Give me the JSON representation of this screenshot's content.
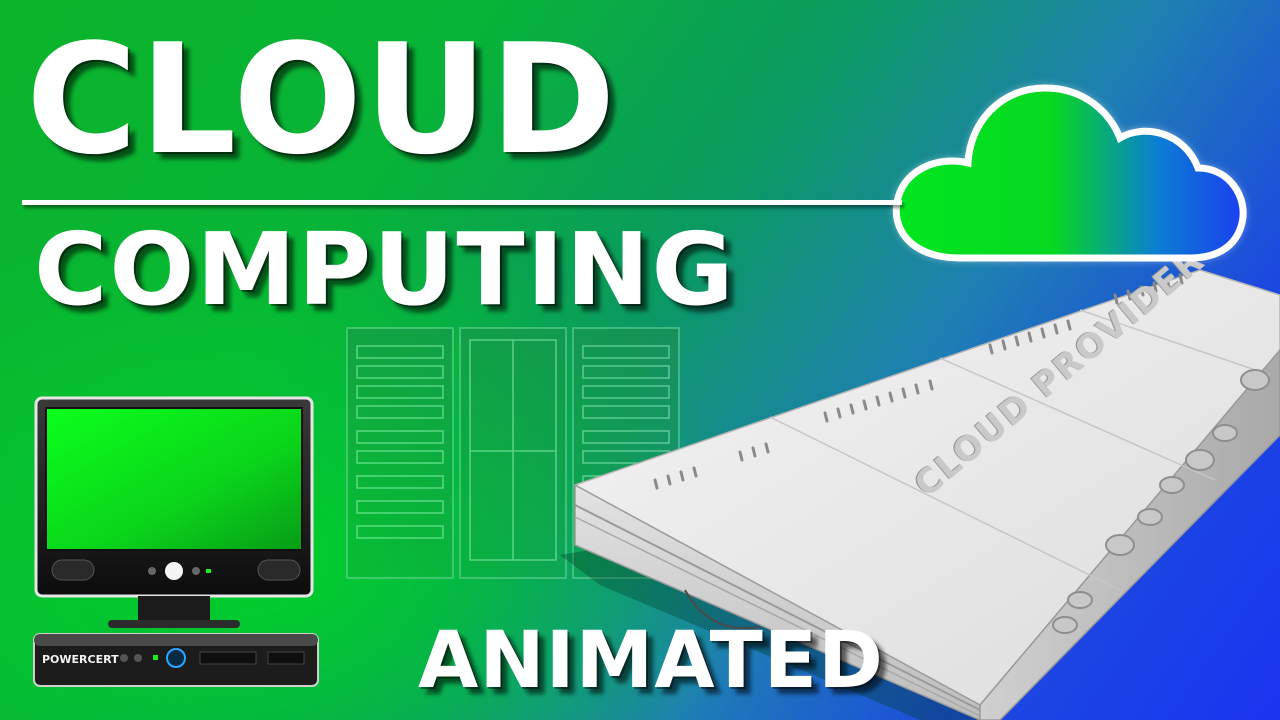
{
  "title": {
    "line1": "CLOUD",
    "line2": "COMPUTING",
    "footer": "ANIMATED"
  },
  "server_label": "CLOUD PROVIDER",
  "computer_brand": "POWERCERT",
  "colors": {
    "green": "#0bb52a",
    "blue": "#1a34f0",
    "white": "#ffffff"
  },
  "icons": [
    "cloud-icon",
    "desktop-computer-icon",
    "server-rack-icon",
    "rack-server-icon"
  ]
}
